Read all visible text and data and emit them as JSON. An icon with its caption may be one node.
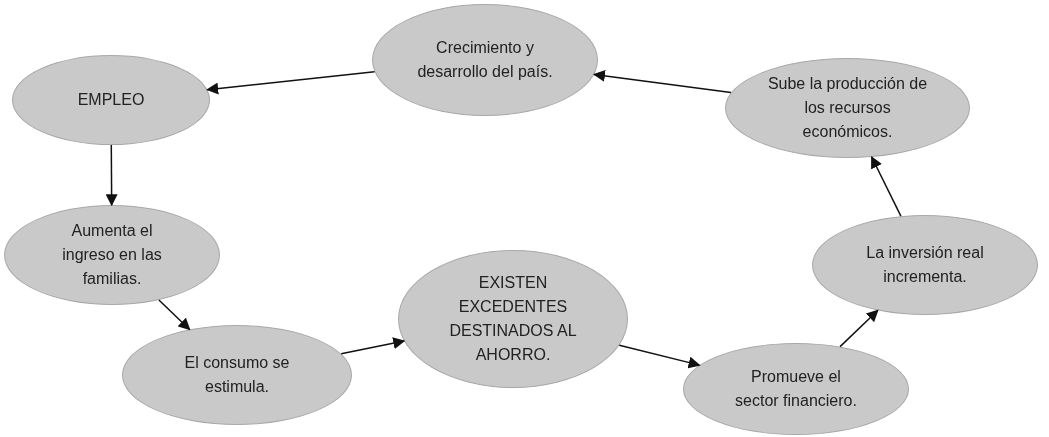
{
  "diagram": {
    "nodes": [
      {
        "text": [
          "Crecimiento y desarrollo del país."
        ]
      },
      {
        "text": [
          "Sube la producción de los recursos económicos."
        ]
      },
      {
        "text": [
          "EMPLEO"
        ]
      },
      {
        "text": [
          "Aumenta el ingreso en las familias."
        ]
      },
      {
        "text": [
          "La inversión real incrementa."
        ]
      },
      {
        "text": [
          "EXISTEN EXCEDENTES DESTINADOS AL AHORRO."
        ]
      },
      {
        "text": [
          "El consumo se estimula."
        ]
      },
      {
        "text": [
          "Promueve el sector financiero."
        ]
      }
    ],
    "edges": [
      {
        "from": 6,
        "to": 5,
        "arrow": "to"
      },
      {
        "from": 5,
        "to": 7,
        "arrow": "to"
      },
      {
        "from": 7,
        "to": 4,
        "arrow": "to"
      },
      {
        "from": 4,
        "to": 1,
        "arrow": "to"
      },
      {
        "from": 1,
        "to": 0,
        "arrow": "to"
      },
      {
        "from": 0,
        "to": 2,
        "arrow": "to"
      },
      {
        "from": 2,
        "to": 3,
        "arrow": "to"
      },
      {
        "from": 3,
        "to": 6,
        "arrow": "to"
      }
    ]
  }
}
